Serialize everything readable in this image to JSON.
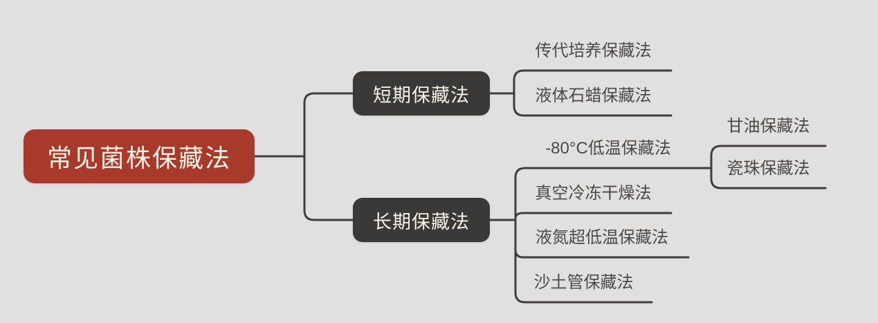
{
  "colors": {
    "background": "#e1e0e0",
    "line": "#403e3a",
    "root_fill": "#a73a2b",
    "branch_fill": "#3a3937",
    "node_text": "#f6f0e7",
    "leaf_text": "#4c4a46"
  },
  "mindmap": {
    "root": {
      "label": "常见菌株保藏法"
    },
    "branches": [
      {
        "label": "短期保藏法",
        "children": [
          {
            "label": "传代培养保藏法"
          },
          {
            "label": "液体石蜡保藏法"
          }
        ]
      },
      {
        "label": "长期保藏法",
        "children": [
          {
            "label": "-80°C低温保藏法",
            "children": [
              {
                "label": "甘油保藏法"
              },
              {
                "label": "瓷珠保藏法"
              }
            ]
          },
          {
            "label": "真空冷冻干燥法"
          },
          {
            "label": "液氮超低温保藏法"
          },
          {
            "label": "沙土管保藏法"
          }
        ]
      }
    ]
  }
}
